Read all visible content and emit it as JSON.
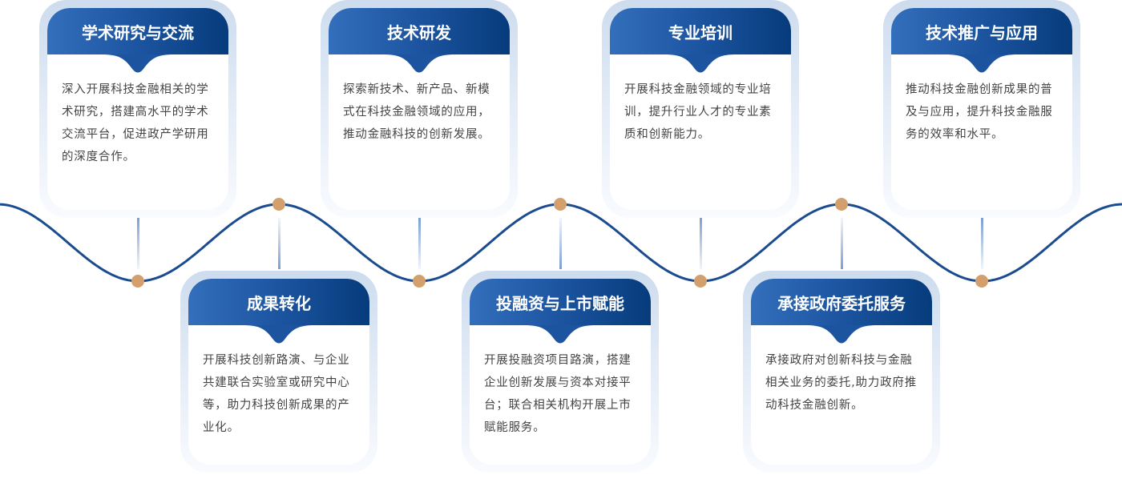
{
  "colors": {
    "wave": "#1b4c8f",
    "dot": "#d3a06d",
    "header_start": "#336fbc",
    "header_end": "#063c7c"
  },
  "cards": [
    {
      "title": "学术研究与交流",
      "text": "深入开展科技金融相关的学术研究，搭建高水平的学术交流平台，促进政产学研用的深度合作。"
    },
    {
      "title": "成果转化",
      "text": "开展科技创新路演、与企业共建联合实验室或研究中心等，助力科技创新成果的产业化。"
    },
    {
      "title": "技术研发",
      "text": "探索新技术、新产品、新模式在科技金融领域的应用，推动金融科技的创新发展。"
    },
    {
      "title": "投融资与上市赋能",
      "text": "开展投融资项目路演，搭建企业创新发展与资本对接平台；联合相关机构开展上市赋能服务。"
    },
    {
      "title": "专业培训",
      "text": "开展科技金融领域的专业培训，提升行业人才的专业素质和创新能力。"
    },
    {
      "title": "承接政府委托服务",
      "text": "承接政府对创新科技与金融相关业务的委托,助力政府推动科技金融创新。"
    },
    {
      "title": "技术推广与应用",
      "text": "推动科技金融创新成果的普及与应用，提升科技金融服务的效率和水平。"
    }
  ]
}
